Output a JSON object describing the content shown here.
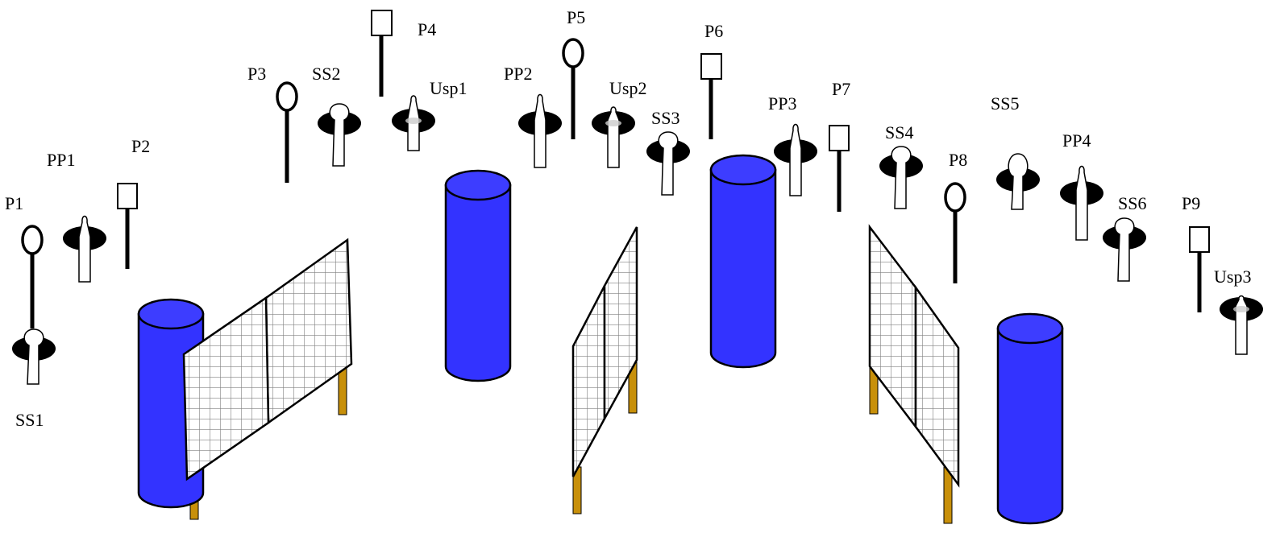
{
  "labels": {
    "P1": "P1",
    "P2": "P2",
    "P3": "P3",
    "P4": "P4",
    "P5": "P5",
    "P6": "P6",
    "P7": "P7",
    "P8": "P8",
    "P9": "P9",
    "PP1": "PP1",
    "PP2": "PP2",
    "PP3": "PP3",
    "PP4": "PP4",
    "SS1": "SS1",
    "SS2": "SS2",
    "SS3": "SS3",
    "SS4": "SS4",
    "SS5": "SS5",
    "SS6": "SS6",
    "Usp1": "Usp1",
    "Usp2": "Usp2",
    "Usp3": "Usp3"
  },
  "colors": {
    "barrel_fill": "#3333ff",
    "barrel_top": "#3d3dff",
    "outline": "#000000",
    "net_grid": "#888888",
    "fence_leg": "#c8900a",
    "target_white": "#ffffff"
  },
  "icons": {
    "paper_target": "round-paper-target-on-stick",
    "popper": "pepper-popper-target",
    "square_target": "square-target-on-stick",
    "steel_plate": "steel-silhouette-plate",
    "barrel": "blue-barrel",
    "fence": "mesh-fault-line-fence"
  }
}
